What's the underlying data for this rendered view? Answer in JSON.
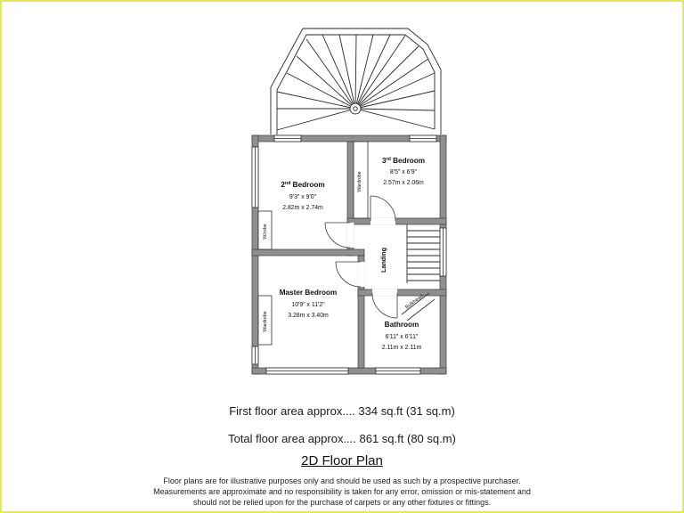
{
  "colors": {
    "wall": "#8f8f8f",
    "wall_outline": "#3c3c3c",
    "page_border": "#e3e763"
  },
  "floorplan": {
    "rooms": [
      {
        "id": "second-bedroom",
        "name_num": "2",
        "name_sup": "nd",
        "name_rest": " Bedroom",
        "dims_imperial": "9'3\" x 9'0\"",
        "dims_metric": "2.82m x 2.74m"
      },
      {
        "id": "third-bedroom",
        "name_num": "3",
        "name_sup": "rd",
        "name_rest": " Bedroom",
        "dims_imperial": "8'5\" x 6'9\"",
        "dims_metric": "2.57m x 2.06m"
      },
      {
        "id": "master-bedroom",
        "name": "Master Bedroom",
        "dims_imperial": "10'9\" x 11'2\"",
        "dims_metric": "3.28m x 3.40m"
      },
      {
        "id": "bathroom",
        "name": "Bathroom",
        "dims_imperial": "6'11\" x 6'11\"",
        "dims_metric": "2.11m x 2.11m"
      }
    ],
    "labels": {
      "landing": "Landing",
      "wardrobe_bed3": "Wardrobe",
      "wardrobe_master": "Wardrobe",
      "wrobe": "W/robe",
      "bulkhead": "Bulkhead"
    }
  },
  "footer": {
    "first_floor_area": "First floor area approx.... 334 sq.ft (31 sq.m)",
    "total_floor_area": "Total floor area approx.... 861 sq.ft (80 sq.m)",
    "title": "2D Floor Plan",
    "disclaimer": [
      "Floor plans are for illustrative purposes only and should be used as such by a prospective purchaser.",
      "Measurements are approximate and no responsibility is taken for any error, omission or mis-statement and",
      "should not be relied upon for the purchase of carpets or any other fixtures or fittings."
    ]
  }
}
